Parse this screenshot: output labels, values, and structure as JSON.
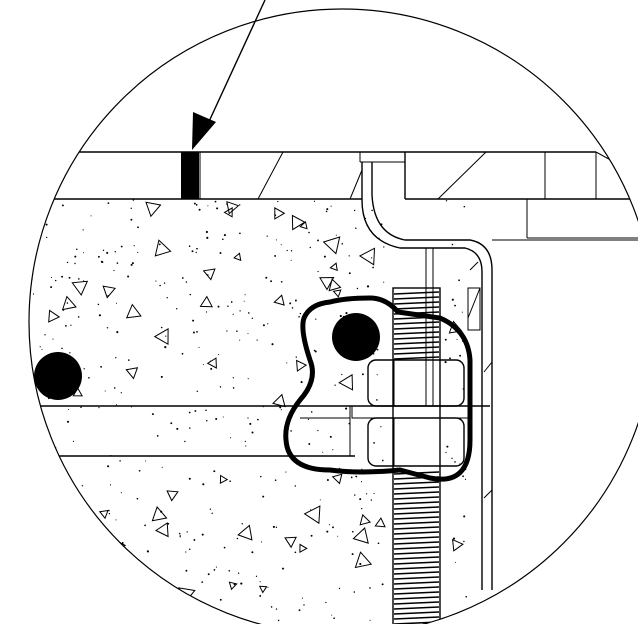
{
  "drawing": {
    "view": "detail-circle",
    "colors": {
      "line": "#000000",
      "background": "#ffffff"
    },
    "components": [
      "leader-arrow",
      "steel-deck-section",
      "concrete-slab",
      "reinforcing-bars",
      "anchor-bolt-threaded-rod",
      "hex-nuts",
      "flexible-seal",
      "angle-bracket"
    ]
  }
}
